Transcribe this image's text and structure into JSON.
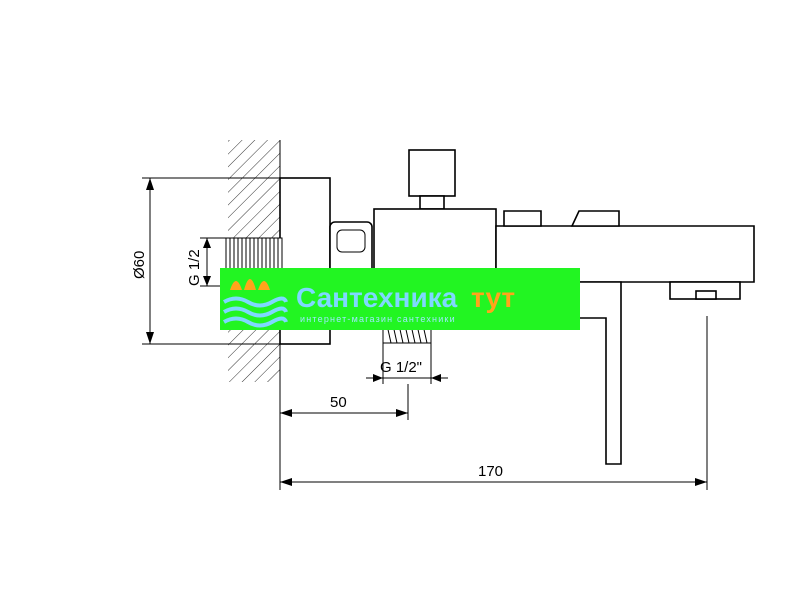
{
  "dimensions": {
    "diameter": "Ø60",
    "thread_inlet": "G 1/2",
    "thread_outlet": "G 1/2\"",
    "distance_short": "50",
    "distance_total": "170"
  },
  "watermark": {
    "title_part1": "Сантехника",
    "title_part2": "тут",
    "subtitle": "интернет-магазин сантехники",
    "background_color": "#22f522",
    "title_color": "#7fd8ff",
    "accent_color": "#ffa41b"
  }
}
